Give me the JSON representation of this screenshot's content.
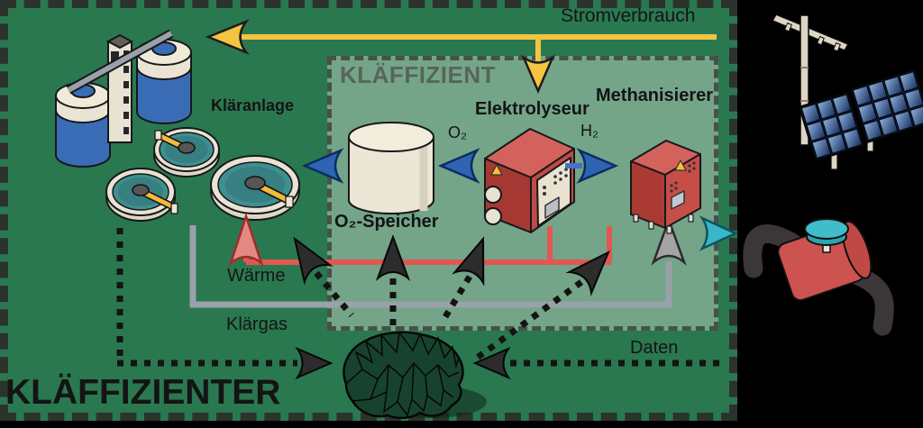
{
  "diagram_title": "KLÄFFIZIENTER",
  "inner_system": {
    "label": "KLÄFFIZIENT"
  },
  "components": {
    "klaeranlage": {
      "label": "Kläranlage"
    },
    "o2_speicher": {
      "label": "O₂-Speicher"
    },
    "elektrolyseur": {
      "label": "Elektrolyseur"
    },
    "methanisierer": {
      "label": "Methanisierer"
    }
  },
  "flows": {
    "stromverbrauch": {
      "label": "Stromverbrauch",
      "color": "#f4c441"
    },
    "o2": {
      "label": "O₂",
      "color": "#2e64b2"
    },
    "h2": {
      "label": "H₂",
      "color": "#2e64b2"
    },
    "waerme": {
      "label": "Wärme",
      "color": "#e25752"
    },
    "klaergas": {
      "label": "Klärgas",
      "color": "#9aa1a8"
    },
    "daten": {
      "label": "Daten",
      "color": "#141414"
    },
    "gas_export": {
      "label": "",
      "color": "#3ab7c6"
    }
  },
  "illustrations": [
    "wastewater-plant-icon",
    "o2-storage-cylinder-icon",
    "electrolyzer-cabinet-icon",
    "methanation-cabinet-icon",
    "ai-brain-icon",
    "power-pole-solar-panel-icon",
    "gas-pipe-valve-icon"
  ],
  "colors": {
    "background": "#000000",
    "field_green": "#2a7850",
    "inner_box_fill": "#7d9787",
    "outer_border": "#2b332c"
  }
}
